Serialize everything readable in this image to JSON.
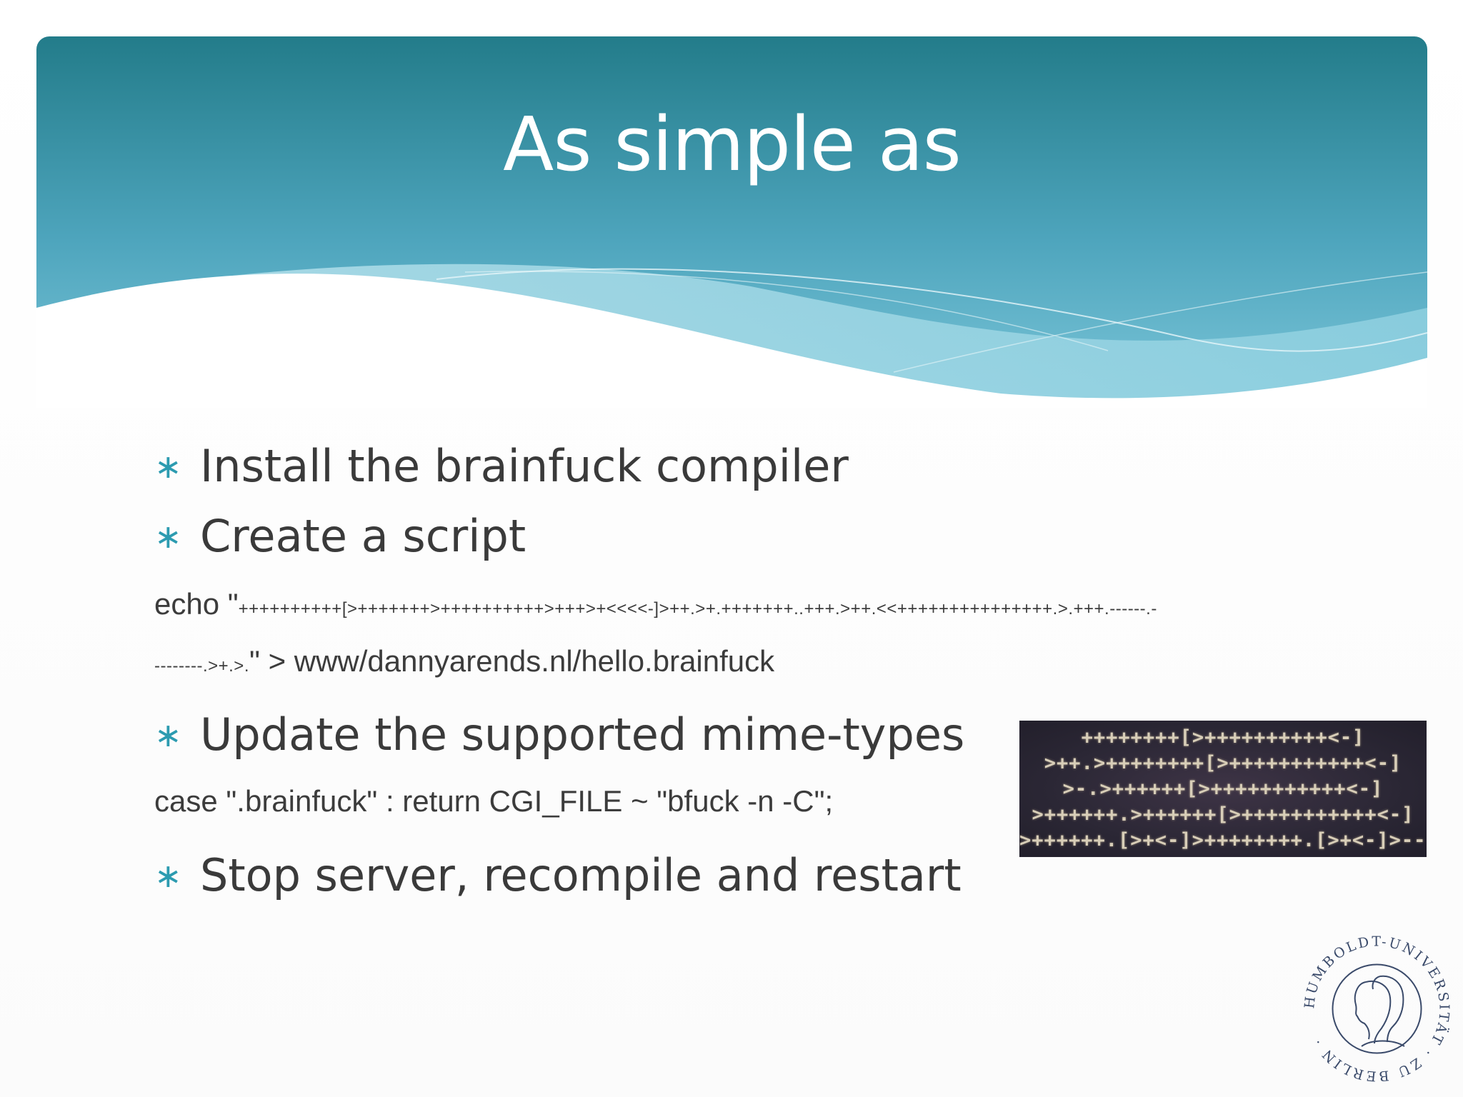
{
  "slide": {
    "title": "As simple as",
    "colors": {
      "header_top": "#237c8a",
      "header_bottom": "#7cc6d9",
      "bullet_mark": "#2c9bb0",
      "text": "#3a3a3a"
    },
    "bullets": [
      {
        "mark": "∗",
        "text": "Install the brainfuck compiler"
      },
      {
        "mark": "∗",
        "text": "Create a script"
      },
      {
        "mark": "∗",
        "text": "Update the supported mime-types"
      },
      {
        "mark": "∗",
        "text": "Stop server, recompile and restart"
      }
    ],
    "code": {
      "echo_prefix": "echo \"",
      "echo_program_line1": "++++++++++[>+++++++>++++++++++>+++>+<<<<-]>++.>+.+++++++..+++.>++.<<+++++++++++++++.>.+++.------.-",
      "echo_program_line2": "--------.>+.>.",
      "echo_suffix": "\" > www/dannyarends.nl/hello.brainfuck",
      "mime_case": "case \".brainfuck\" : return CGI_FILE ~ \"bfuck -n -C\";"
    },
    "image": {
      "description_icon": "brainfuck-code-image",
      "lines": [
        "++++++++[>++++++++++<-]",
        ">++.>++++++++[>+++++++++++<-]",
        ">-.>++++++[>+++++++++++<-]",
        ">++++++.>++++++[>+++++++++++<-]",
        ">++++++.[>+<-]>++++++++.[>+<-]>----."
      ]
    },
    "logo": {
      "icon": "humboldt-university-seal",
      "text": "HUMBOLDT-UNIVERSITÄT · ZU BERLIN ·"
    }
  }
}
